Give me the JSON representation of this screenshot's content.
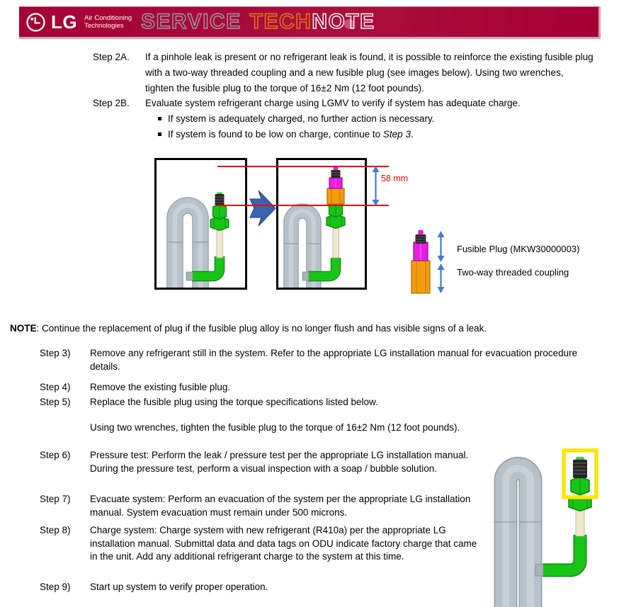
{
  "header": {
    "brand": "LG",
    "brand_sub1": "Air Conditioning",
    "brand_sub2": "Technologies",
    "title_service": "SERVICE",
    "title_tech": "TECH",
    "title_note": "NOTE"
  },
  "intro": {
    "s2a_label": "Step 2A.",
    "s2a_text": "If a pinhole leak is present or no refrigerant leak is found, it is possible to reinforce the existing fusible plug with a two-way threaded coupling and a new fusible plug (see images below). Using two wrenches, tighten the fusible plug to the torque of 16±2 Nm (12 foot pounds).",
    "s2b_label": "Step 2B.",
    "s2b_text": "Evaluate system refrigerant charge using LGMV to verify if system has adequate charge.",
    "s2b_bullet1": "If system is adequately charged, no further action is necessary.",
    "s2b_bullet2_pre": "If system is found to be low on charge, continue to ",
    "s2b_bullet2_em": "Step 3",
    "s2b_bullet2_post": "."
  },
  "figure": {
    "dimension_label": "58 mm",
    "legend_fusible_plug": "Fusible Plug (MKW30000003)",
    "legend_coupling": "Two-way threaded coupling"
  },
  "note": {
    "label": "NOTE",
    "text": ": Continue the replacement of plug if the fusible plug alloy is no longer flush and has visible signs of a leak."
  },
  "steps": [
    {
      "label": "Step 3)",
      "text": "Remove any refrigerant still in the system. Refer to the appropriate LG installation manual for evacuation procedure details."
    },
    {
      "label": "Step 4)",
      "text": "Remove the existing fusible plug."
    },
    {
      "label": "Step 5)",
      "text": "Replace the fusible plug using the torque specifications listed below."
    }
  ],
  "torque_note": "Using two wrenches, tighten the fusible plug to the torque of 16±2 Nm (12 foot pounds).",
  "steps2": [
    {
      "label": "Step 6)",
      "text": "Pressure test: Perform the leak / pressure test per the appropriate LG installation manual. During the pressure test, perform a visual inspection with a soap / bubble solution."
    },
    {
      "label": "Step 7)",
      "text": "Evacuate system: Perform an evacuation of the system per the appropriate LG installation manual. System evacuation must remain under 500 microns."
    },
    {
      "label": "Step 8)",
      "text": "Charge system: Charge system with new refrigerant (R410a) per the appropriate LG installation manual. Submittal data and data tags on ODU indicate factory charge that came in the unit. Add any additional refrigerant charge to the system at this time."
    },
    {
      "label": "Step 9)",
      "text": "Start up system to verify proper operation."
    }
  ],
  "colors": {
    "header_crimson": "#A50034",
    "title_service_gray": "#9AA0A8",
    "title_tech_orange": "#E8830E",
    "dimension_red": "#F40000",
    "dimension_arrow_blue": "#4A78CC",
    "block_arrow_blue": "#3A62AE",
    "fitting_green": "#17C517",
    "fusible_plug_magenta": "#EA1FE6",
    "coupling_orange": "#F59B10",
    "highlight_yellow": "#FFE40A",
    "pipe_gray": "#B7C1C9",
    "pipe_cream": "#F0E8CB"
  }
}
